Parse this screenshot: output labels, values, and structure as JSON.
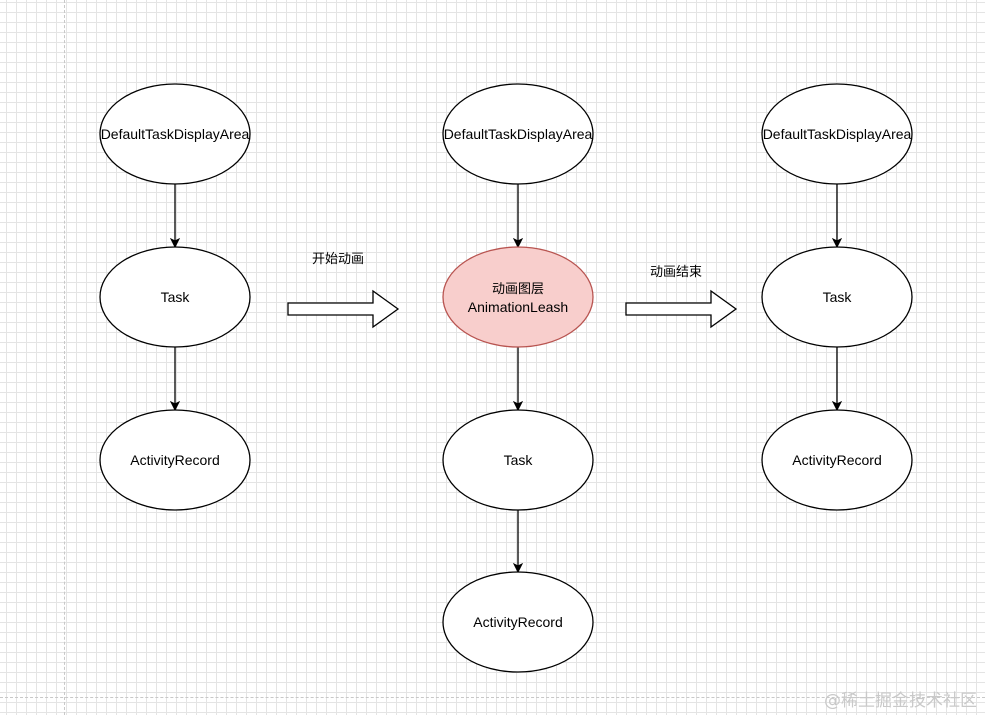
{
  "colors": {
    "node_fill": "#ffffff",
    "node_stroke": "#000000",
    "highlight_fill": "#f8cecc",
    "highlight_stroke": "#b85450",
    "watermark": "#c9c9c9"
  },
  "columns": [
    {
      "nodes": [
        {
          "label": "DefaultTaskDisplayArea"
        },
        {
          "label": "Task"
        },
        {
          "label": "ActivityRecord"
        }
      ]
    },
    {
      "nodes": [
        {
          "label": "DefaultTaskDisplayArea"
        },
        {
          "label": "动画图层",
          "sublabel": "AnimationLeash",
          "highlighted": true
        },
        {
          "label": "Task"
        },
        {
          "label": "ActivityRecord"
        }
      ]
    },
    {
      "nodes": [
        {
          "label": "DefaultTaskDisplayArea"
        },
        {
          "label": "Task"
        },
        {
          "label": "ActivityRecord"
        }
      ]
    }
  ],
  "transitions": [
    {
      "label": "开始动画",
      "icon": "hollow-right-arrow-icon"
    },
    {
      "label": "动画结束",
      "icon": "hollow-right-arrow-icon"
    }
  ],
  "watermark": "@稀土掘金技术社区"
}
